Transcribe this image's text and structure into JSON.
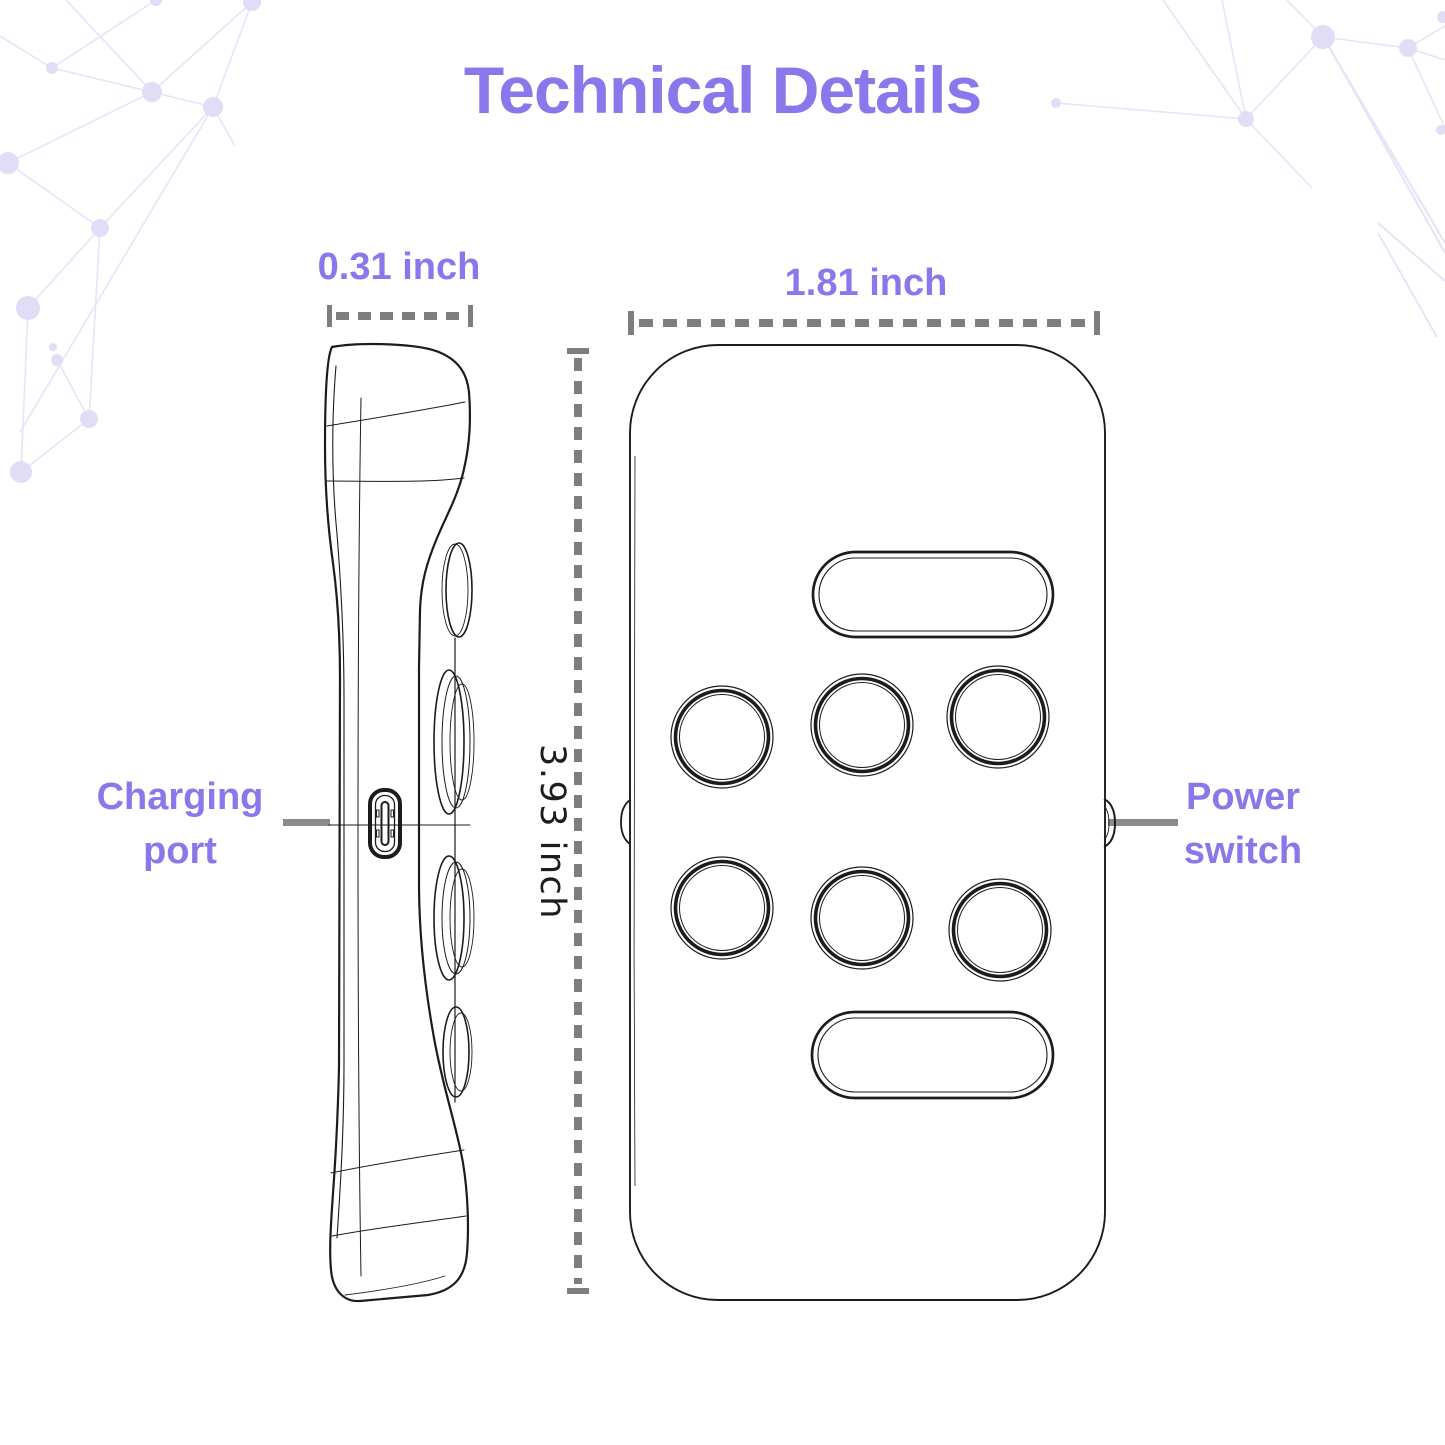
{
  "page": {
    "title": "Technical Details"
  },
  "colors": {
    "accent": "#8878EC",
    "dimension_gray": "#7E7E7E",
    "pointer_gray": "#8B8B8B",
    "line_art": "#1C1C1C",
    "decoration_line": "#E7E3F9",
    "decoration_node": "#E2DDF7"
  },
  "dimensions": {
    "side_width": "0.31 inch",
    "front_width": "1.81 inch",
    "device_height": "3.93 inch"
  },
  "callouts": {
    "charging_port": {
      "line1": "Charging",
      "line2": "port"
    },
    "power_switch": {
      "line1": "Power",
      "line2": "switch"
    }
  },
  "figures": {
    "side_view": "device-side-profile-outline",
    "front_view": "device-front-outline"
  }
}
